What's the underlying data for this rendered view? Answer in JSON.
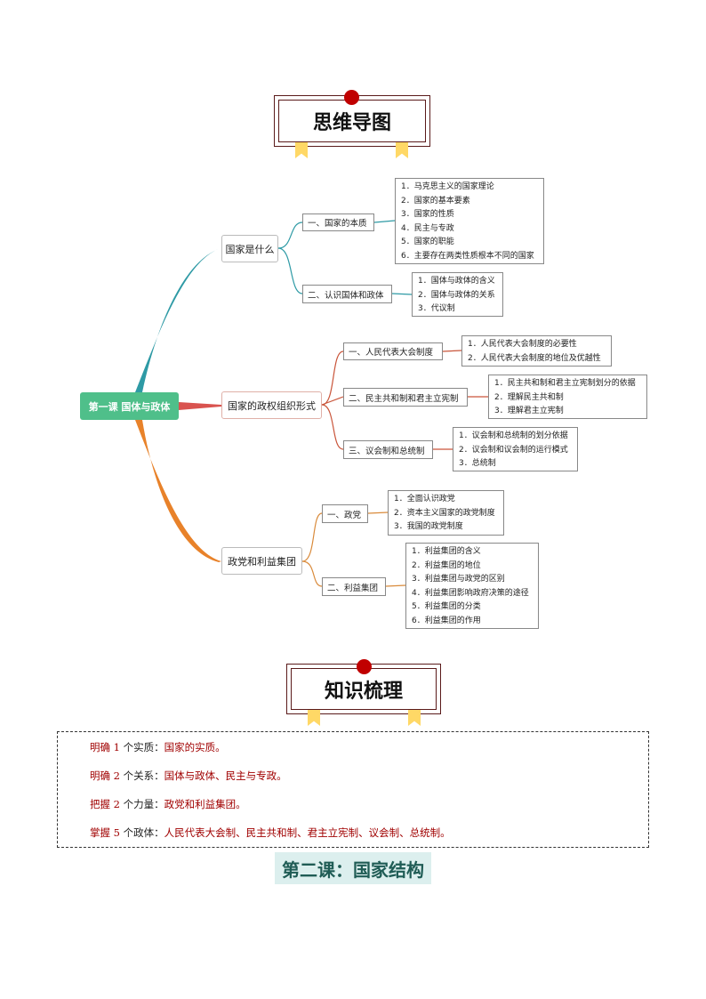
{
  "title1": "思维导图",
  "title2": "知识梳理",
  "colors": {
    "root": "#4fbf8a",
    "branch1": "#2e9aa5",
    "branch2": "#d9534f",
    "branch3": "#e8822a",
    "accent": "#c00000",
    "flag": "#ffd866"
  },
  "mindmap": {
    "root": "第一课  国体与政体",
    "branches": [
      {
        "label": "国家是什么",
        "children": [
          {
            "label": "一、国家的本质",
            "items": [
              "1．马克思主义的国家理论",
              "2．国家的基本要素",
              "3．国家的性质",
              "4．民主与专政",
              "5．国家的职能",
              "6．主要存在两类性质根本不同的国家"
            ]
          },
          {
            "label": "二、认识国体和政体",
            "items": [
              "1．国体与政体的含义",
              "2．国体与政体的关系",
              "3．代议制"
            ]
          }
        ]
      },
      {
        "label": "国家的政权组织形式",
        "children": [
          {
            "label": "一、人民代表大会制度",
            "items": [
              "1．人民代表大会制度的必要性",
              "2．人民代表大会制度的地位及优越性"
            ]
          },
          {
            "label": "二、民主共和制和君主立宪制",
            "items": [
              "1．民主共和制和君主立宪制划分的依据",
              "2．理解民主共和制",
              "3．理解君主立宪制"
            ]
          },
          {
            "label": "三、议会制和总统制",
            "items": [
              "1．议会制和总统制的划分依据",
              "2．议会制和议会制的运行模式",
              "3．总统制"
            ]
          }
        ]
      },
      {
        "label": "政党和利益集团",
        "children": [
          {
            "label": "一、政党",
            "items": [
              "1．全面认识政党",
              "2．资本主义国家的政党制度",
              "3．我国的政党制度"
            ]
          },
          {
            "label": "二、利益集团",
            "items": [
              "1．利益集团的含义",
              "2．利益集团的地位",
              "3．利益集团与政党的区别",
              "4．利益集团影响政府决策的途径",
              "5．利益集团的分类",
              "6．利益集团的作用"
            ]
          }
        ]
      }
    ]
  },
  "summary": [
    {
      "a": "明确 1 ",
      "b": "个实质：",
      "c": "国家的实质。"
    },
    {
      "a": "明确 2 ",
      "b": "个关系：",
      "c": "国体与政体、民主与专政。"
    },
    {
      "a": "把握 2 ",
      "b": "个力量：",
      "c": "政党和利益集团。"
    },
    {
      "a": "掌握 5 ",
      "b": "个政体：",
      "c": "人民代表大会制、民主共和制、君主立宪制、议会制、总统制。"
    }
  ],
  "next_heading": "第二课：国家结构"
}
